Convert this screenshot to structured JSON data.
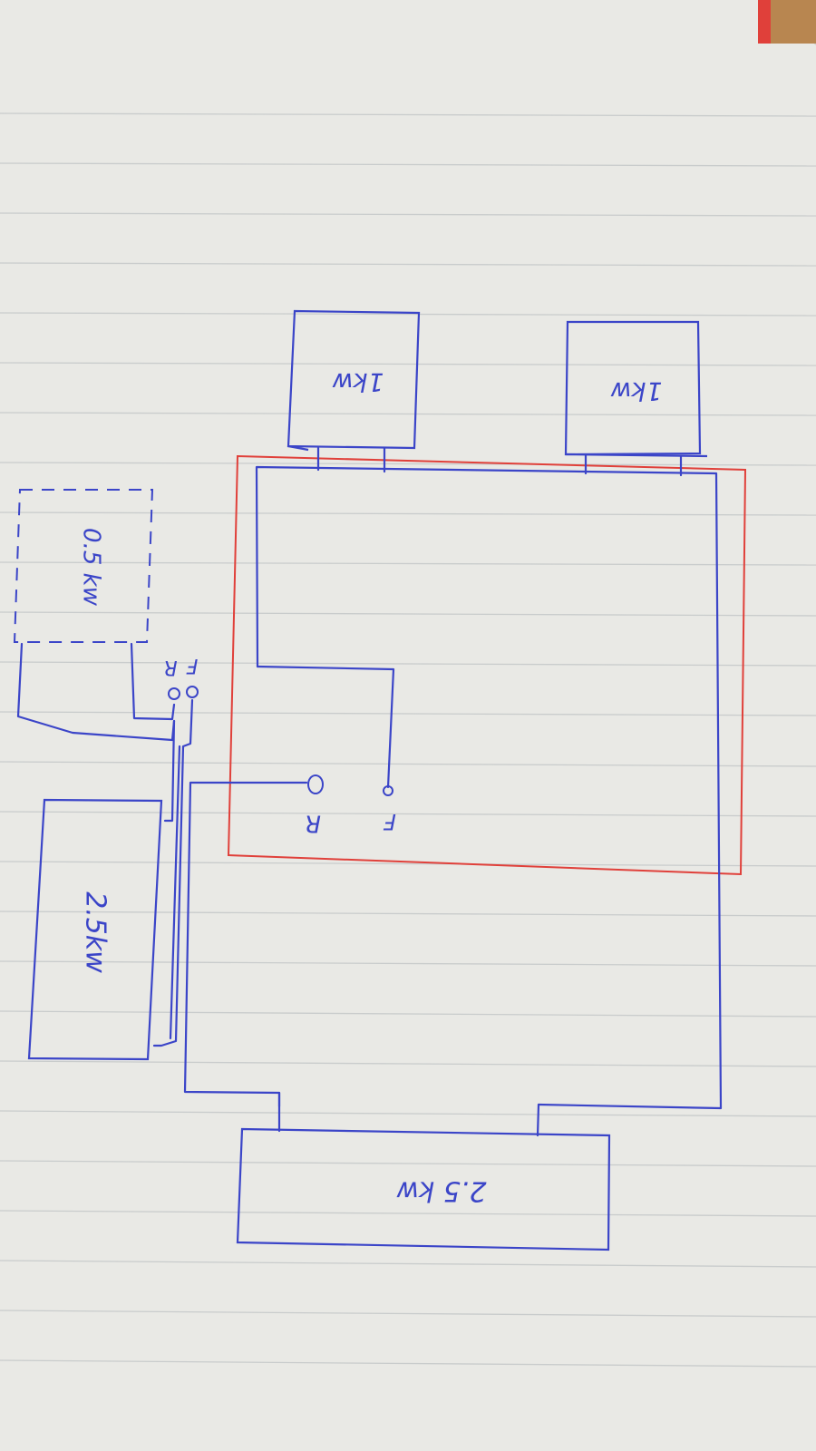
{
  "labels": {
    "heater_top_left": "1kw",
    "heater_top_right": "1kw",
    "heater_bottom": "2.5 kw",
    "heater_side": "2.5kw",
    "dashed_unit": "0.5 kw",
    "terminal_r_main": "R",
    "terminal_f_main": "F",
    "terminal_f_side": "F",
    "terminal_r_side": "R"
  },
  "colors": {
    "paper": "#e9e9e5",
    "rule": "#c9cccc",
    "ink_blue": "#3b45c8",
    "ink_red": "#e0403a"
  }
}
